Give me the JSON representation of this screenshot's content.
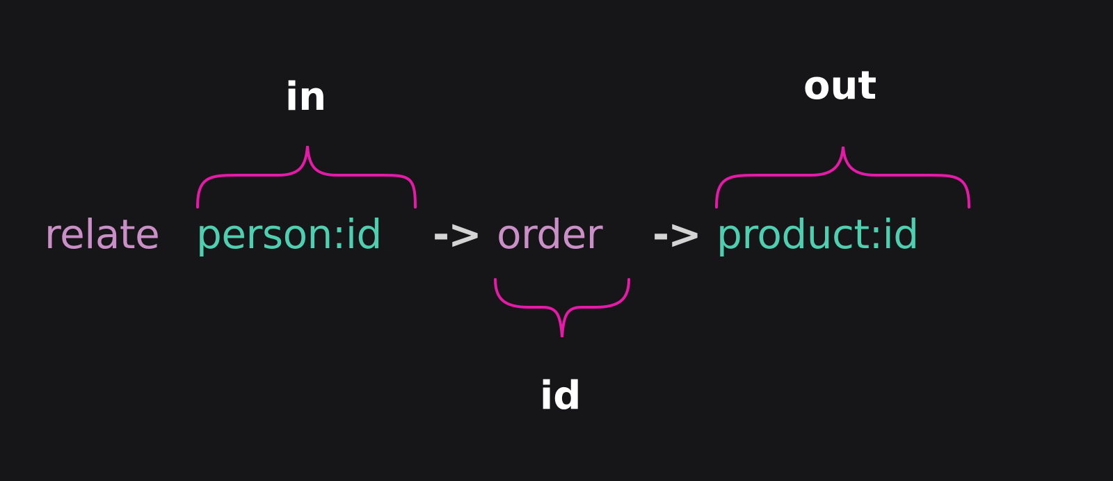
{
  "statement": {
    "keyword_relate": "relate",
    "from_record": "person:id",
    "arrow1": "->",
    "edge_table": "order",
    "arrow2": "->",
    "to_record": "product:id"
  },
  "labels": {
    "in": "in",
    "out": "out",
    "id": "id"
  },
  "colors": {
    "background": "#161618",
    "keyword": "#c98fc6",
    "record_id": "#4ecfb0",
    "arrow": "#d4d4d4",
    "brace": "#e619a8",
    "label": "#ffffff"
  }
}
